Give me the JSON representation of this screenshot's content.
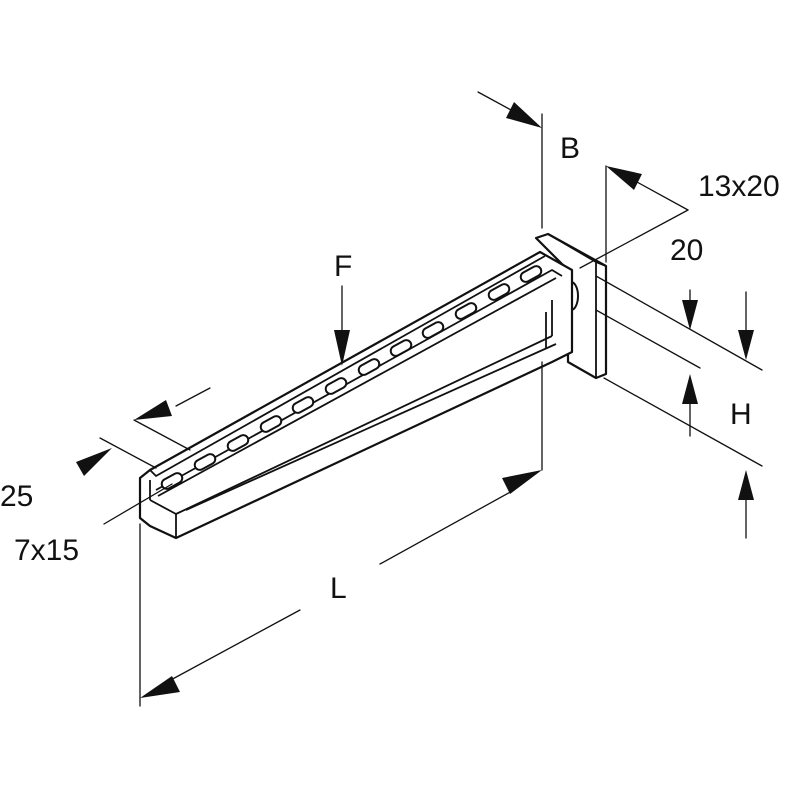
{
  "labels": {
    "B": "B",
    "hole_plate": "13x20",
    "twenty": "20",
    "F": "F",
    "H": "H",
    "twentyfive": "25",
    "slot_size": "7x15",
    "L": "L"
  },
  "colors": {
    "line": "#111111",
    "background": "#ffffff"
  }
}
